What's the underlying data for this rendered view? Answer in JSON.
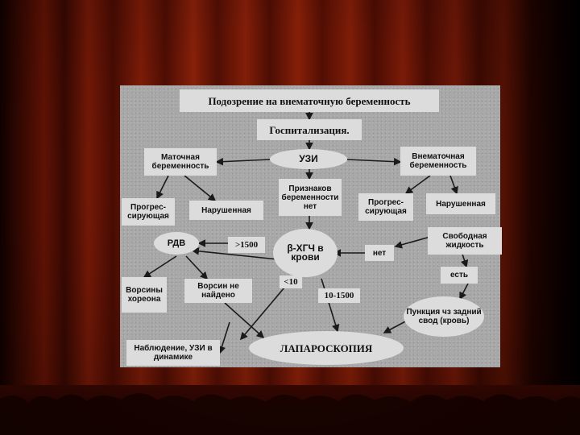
{
  "nodes": {
    "suspicion": "Подозрение на внематочную беременность",
    "hospitalization": "Госпитализация.",
    "uzi": "УЗИ",
    "uterine": "Маточная беременность",
    "ectopic": "Внематочная беременность",
    "no_signs": "Признаков беременности нет",
    "progressing_left": "Прогрес-сирующая",
    "disrupted_left": "Нарушенная",
    "progressing_right": "Прогрес-сирующая",
    "disrupted_right": "Нарушенная",
    "rdv": "РДВ",
    "gt1500": ">1500",
    "hcg": "β-ХГЧ в крови",
    "no": "нет",
    "free_fluid": "Свободная жидкость",
    "yes": "есть",
    "villi": "Ворсины хореона",
    "villi_not_found": "Ворсин не найдено",
    "lt10": "<10",
    "range": "10-1500",
    "puncture": "Пункция чз задний свод (кровь)",
    "observation": "Наблюдение, УЗИ в динамике",
    "laparoscopy": "ЛАПАРОСКОПИЯ"
  },
  "colors": {
    "slide": "#a8a8a8",
    "box": "#dcdcdc",
    "line": "#1a1a1a",
    "curtain": "#7a1a07"
  }
}
